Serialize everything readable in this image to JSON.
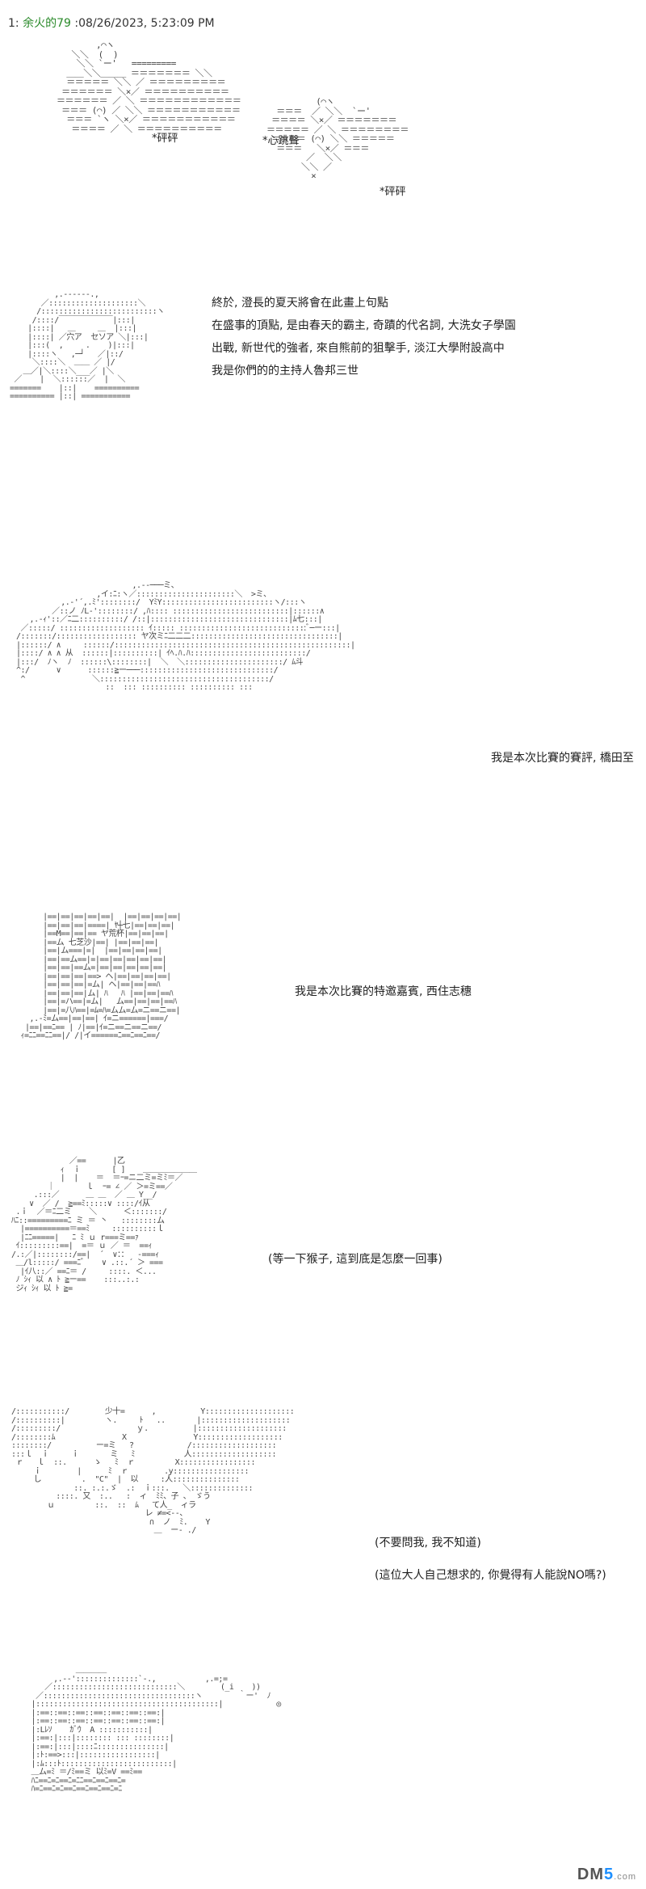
{
  "header": {
    "index": "1:",
    "username": "余火的79",
    "timestamp": ":08/26/2023, 5:23:09 PM"
  },
  "panel1": {
    "sfx_left": "*砰砰",
    "sfx_mid": "*心跳聲",
    "sfx_right": "*砰砰"
  },
  "panel2": {
    "lines": [
      "終於, 澄長的夏天將會在此畫上句點",
      "在盛事的頂點, 是由春天的霸主, 奇蹟的代名詞, 大洗女子學園",
      "出戰, 新世代的強者, 來自熊前的狙擊手, 淡江大學附設高中",
      "我是你們的的主持人魯邦三世"
    ]
  },
  "panel3": {
    "caption": "我是本次比賽的賽評, 橋田至"
  },
  "panel4": {
    "caption": "我是本次比賽的特邀嘉賓, 西住志穗"
  },
  "panel5": {
    "caption": "(等一下猴子, 這到底是怎麼一回事)"
  },
  "panel6": {
    "line1": "(不要問我, 我不知道)",
    "line2": "(這位大人自己想求的, 你覺得有人能說NO嗎?)"
  },
  "watermark": {
    "prefix": "DM",
    "five": "5",
    "suffix": ".com"
  }
}
